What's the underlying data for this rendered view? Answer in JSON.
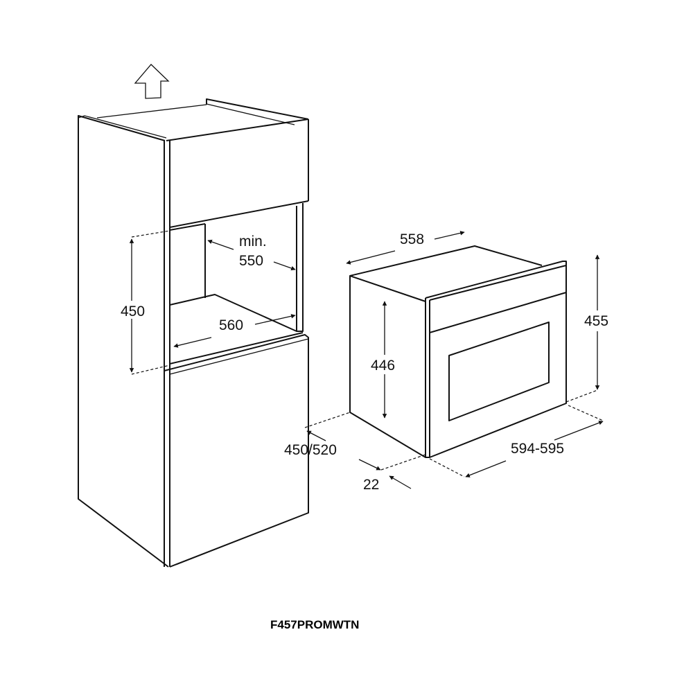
{
  "dimensions": {
    "niche_height": "450",
    "niche_depth_min_label": "min.",
    "niche_depth": "550",
    "niche_width": "560",
    "oven_depth": "558",
    "oven_body_height": "446",
    "oven_height": "455",
    "cabinet_depth": "450/520",
    "oven_width": "594-595",
    "front_offset": "22"
  },
  "model": "F457PROMWTN"
}
